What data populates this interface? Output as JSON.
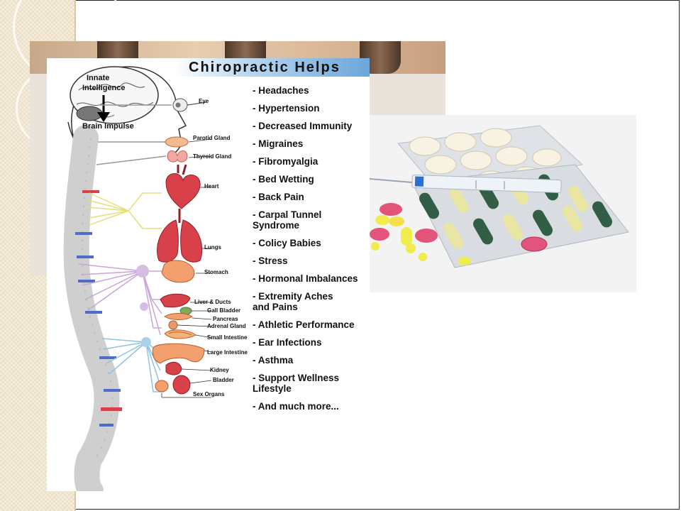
{
  "title": "Chiropractic Helps",
  "brain": {
    "label_line1": "Innate",
    "label_line2": "Intelligence",
    "impulse_label": "Brain Impulse"
  },
  "organs": [
    "Eye",
    "Parotid Gland",
    "Thyroid Gland",
    "Heart",
    "Lungs",
    "Stomach",
    "Liver & Ducts",
    "Gall Bladder",
    "Pancreas",
    "Adrenal Gland",
    "Small Intestine",
    "Large Intestine",
    "Kidney",
    "Bladder",
    "Sex Organs"
  ],
  "conditions": [
    "- Headaches",
    "- Hypertension",
    "- Decreased Immunity",
    "- Migraines",
    "- Fibromyalgia",
    "- Bed Wetting",
    "- Back Pain",
    "- Carpal Tunnel\n   Syndrome",
    "- Colicy Babies",
    "- Stress",
    "- Hormonal Imbalances",
    "- Extremity Aches\n   and Pains",
    "- Athletic Performance",
    "- Ear Infections",
    "- Asthma",
    "- Support Wellness\n   Lifestyle",
    "- And much more..."
  ],
  "colors": {
    "nerve_yellow": "#e5e07a",
    "nerve_purple": "#c7a5d8",
    "nerve_blue": "#8ec3e0",
    "title_gradient_end": "#6ba6da",
    "organ_red": "#d8414a"
  }
}
